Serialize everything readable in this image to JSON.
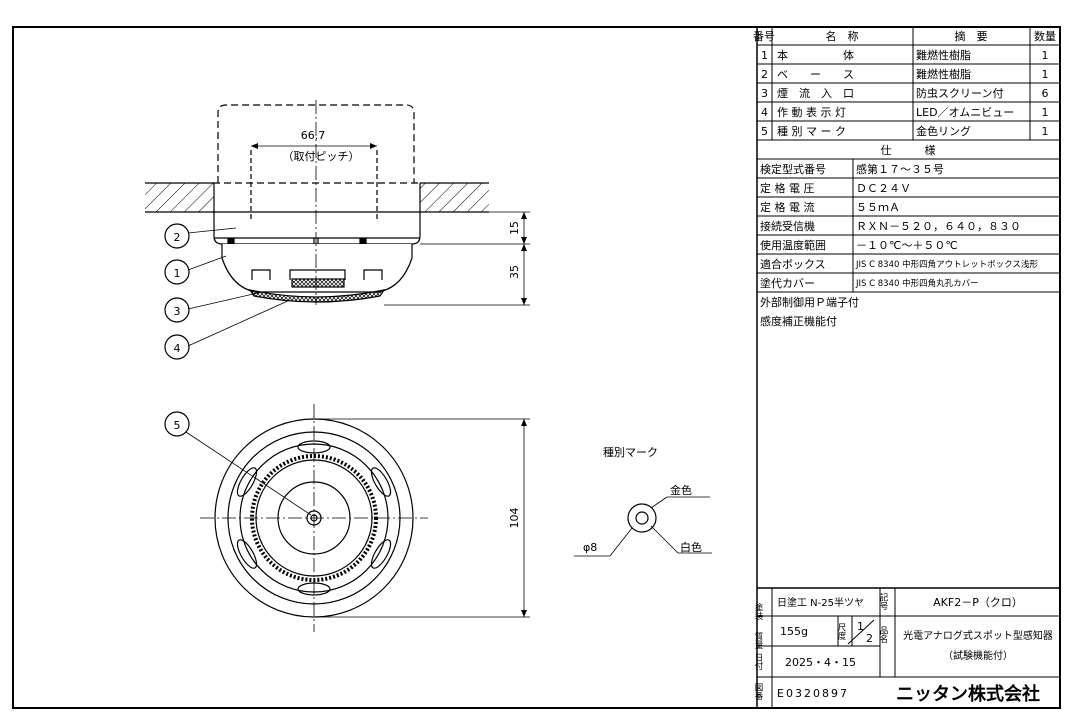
{
  "parts_table": {
    "headers": [
      "番号",
      "名　称",
      "摘　要",
      "数量"
    ],
    "rows": [
      {
        "no": "1",
        "name": "本　　　　　体",
        "summary": "難燃性樹脂",
        "qty": "1"
      },
      {
        "no": "2",
        "name": "ベ　　ー　　ス",
        "summary": "難燃性樹脂",
        "qty": "1"
      },
      {
        "no": "3",
        "name": "煙　流　入　口",
        "summary": "防虫スクリーン付",
        "qty": "6"
      },
      {
        "no": "4",
        "name": "作 動 表 示 灯",
        "summary": "LED／オムニビュー",
        "qty": "1"
      },
      {
        "no": "5",
        "name": "種 別 マ ー ク",
        "summary": "金色リング",
        "qty": "1"
      }
    ]
  },
  "spec": {
    "heading": "仕　　　様",
    "rows": [
      {
        "label": "検定型式番号",
        "value": "感第１７～３５号"
      },
      {
        "label": "定 格 電 圧",
        "value": "ＤＣ２４Ｖ"
      },
      {
        "label": "定 格 電 流",
        "value": "５５ｍＡ"
      },
      {
        "label": "接続受信機",
        "value": "ＲＸＮ－５２０，６４０，８３０"
      },
      {
        "label": "使用温度範囲",
        "value": "－１０℃～＋５０℃"
      },
      {
        "label": "適合ボックス",
        "value": "JIS C 8340 中形四角アウトレットボックス浅形"
      },
      {
        "label": "塗代カバー",
        "value": "JIS C 8340 中形四角丸孔カバー"
      }
    ],
    "notes": [
      "外部制御用Ｐ端子付",
      "感度補正機能付"
    ]
  },
  "title_block": {
    "paint_label": "塗装",
    "paint_value": "日塗工 N-25半ツヤ",
    "mass_label": "質量",
    "mass_value": "155g",
    "scale_label": "尺度",
    "scale_num": "1",
    "scale_den": "2",
    "date_label": "日付",
    "date_value": "2025・4・15",
    "drawing_no_label": "図番",
    "drawing_no": "E0320897",
    "symbol_label": "記号",
    "symbol_value": "AKF2－P（クロ）",
    "product_label": "品名",
    "product_line1": "光電アナログ式スポット型感知器",
    "product_line2": "（試験機能付）",
    "company": "ニッタン株式会社"
  },
  "drawing": {
    "pitch_value": "66.7",
    "pitch_label": "（取付ピッチ）",
    "dim_base": "15",
    "dim_body": "35",
    "dim_diameter": "104",
    "balloons": [
      "2",
      "1",
      "3",
      "4",
      "5"
    ],
    "mark_title": "種別マーク",
    "mark_gold": "金色",
    "mark_white": "白色",
    "mark_diameter": "φ8"
  }
}
